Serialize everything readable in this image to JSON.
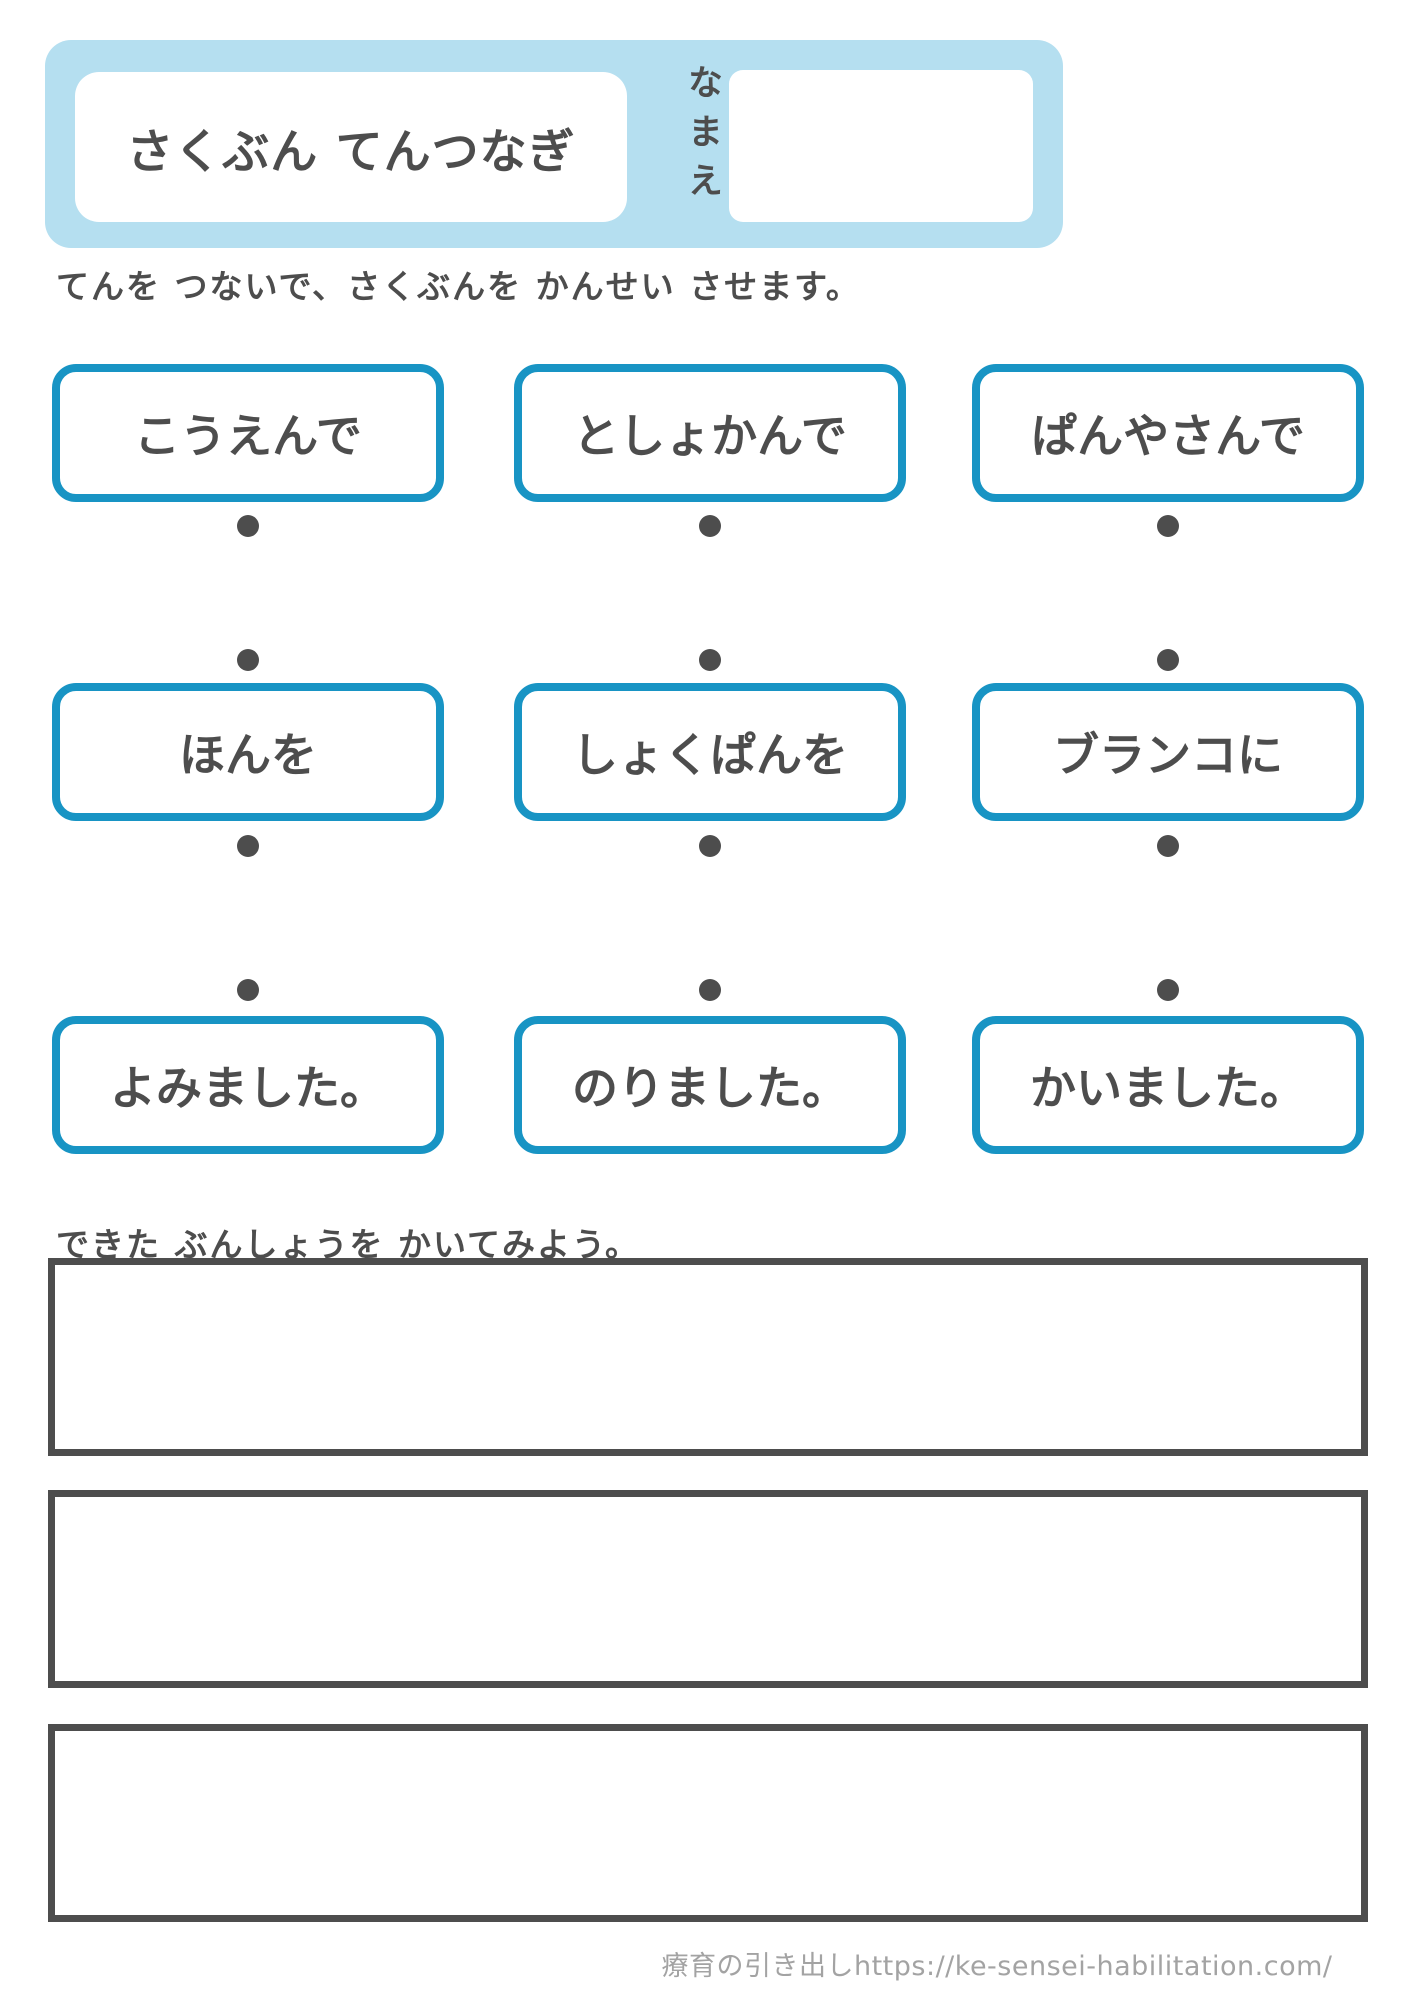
{
  "page": {
    "title": "さくぶん てんつなぎ",
    "name_label": "なまえ",
    "name_value": "",
    "instruction": "てんを つないで、さくぶんを かんせい させます。",
    "write_prompt": "できた ぶんしょうを かいてみよう。",
    "footer": "療育の引き出しhttps://ke-sensei-habilitation.com/"
  },
  "cards": [
    [
      "こうえんで",
      "としょかんで",
      "ぱんやさんで"
    ],
    [
      "ほんを",
      "しょくぱんを",
      "ブランコに"
    ],
    [
      "よみました。",
      "のりました。",
      "かいました。"
    ]
  ],
  "colors": {
    "header_bg": "#b5dff0",
    "card_border": "#1894c4",
    "body_text": "#4d4d4d",
    "writebox_border": "#4d4d4d",
    "footer_text": "#a3a3a3"
  }
}
